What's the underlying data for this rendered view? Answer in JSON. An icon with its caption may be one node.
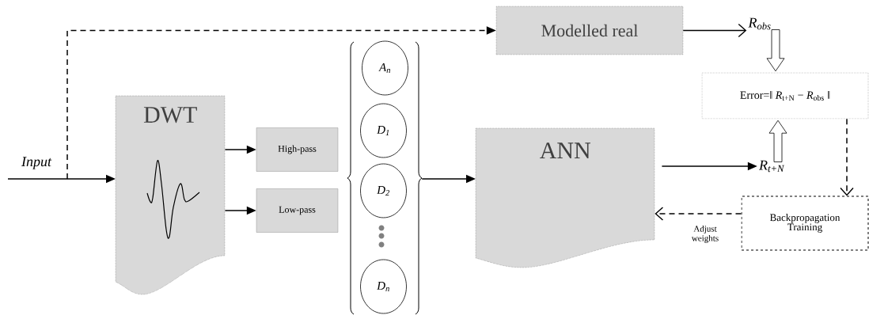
{
  "diagram": {
    "nodes": [
      {
        "text": [
          "DWT"
        ]
      },
      {
        "text": [
          "High-pass"
        ]
      },
      {
        "text": [
          "Low-pass"
        ]
      },
      {
        "text": [],
        "shape": "bracket"
      },
      {
        "text": [
          "A$_{n}$"
        ],
        "in": 3
      },
      {
        "text": [
          "D$_{1}$"
        ],
        "in": 3
      },
      {
        "text": [
          "D$_{2}$"
        ],
        "in": 3
      },
      {
        "text": [
          "D$_{n}$"
        ],
        "in": 3
      },
      {
        "text": [
          "ANN"
        ]
      },
      {
        "text": [
          "Modelled real"
        ]
      },
      {
        "text": [
          "R$_{obs}$"
        ]
      },
      {
        "text": [
          "Error=‖ *R*$_{t+N}$ − *R*$_{obs}$ ‖"
        ]
      },
      {
        "text": [
          "R$_{t+N}$"
        ]
      },
      {
        "text": [
          "Backpropagation Training"
        ]
      }
    ],
    "edges": [
      {
        "from": null,
        "to": 0,
        "arrow": "to"
      },
      {
        "from": null,
        "to": 9,
        "arrow": "to",
        "style": "dashed"
      },
      {
        "from": 0,
        "to": 1,
        "arrow": "to"
      },
      {
        "from": 0,
        "to": 2,
        "arrow": "to"
      },
      {
        "from": 3,
        "to": 8,
        "arrow": "to"
      },
      {
        "from": 9,
        "to": 10,
        "arrow": "to"
      },
      {
        "from": 10,
        "to": 11,
        "arrow": "to"
      },
      {
        "from": 12,
        "to": 11,
        "arrow": "to"
      },
      {
        "from": 8,
        "to": 12,
        "arrow": "to"
      },
      {
        "from": 11,
        "to": 13,
        "arrow": "to",
        "style": "dashed"
      },
      {
        "from": 13,
        "to": 8,
        "arrow": "to",
        "style": "dashed",
        "label": "Adjust weights"
      }
    ],
    "labels": [
      "Input"
    ]
  }
}
